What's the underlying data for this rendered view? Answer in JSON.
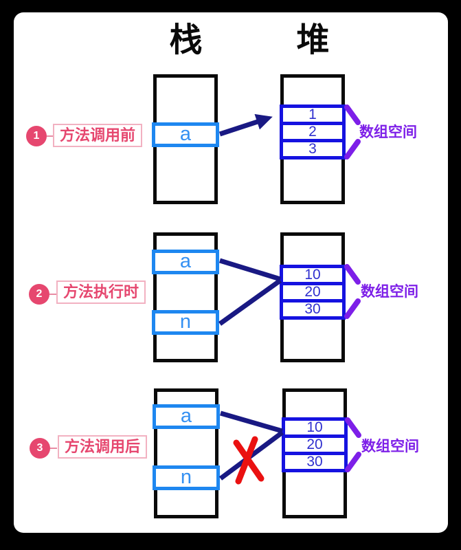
{
  "colors": {
    "background": "#000000",
    "card": "#ffffff",
    "box_border": "#0a0a0a",
    "stack_cell_border": "#1e87f0",
    "stack_cell_text": "#3490f2",
    "array_border": "#1512e0",
    "array_value_text": "#3030cf",
    "pointer_line": "#191983",
    "brace": "#7d1fe8",
    "step_pink": "#e6476f",
    "step_border_pink": "#f2b1c1",
    "cross_red": "#ea1111"
  },
  "headers": {
    "stack": "栈",
    "heap": "堆"
  },
  "sections": [
    {
      "badge": "1",
      "label": "方法调用前",
      "stack_cells": [
        "a"
      ],
      "array_values": [
        "1",
        "2",
        "3"
      ],
      "brace_label": "数组空间"
    },
    {
      "badge": "2",
      "label": "方法执行时",
      "stack_cells": [
        "a",
        "n"
      ],
      "array_values": [
        "10",
        "20",
        "30"
      ],
      "brace_label": "数组空间"
    },
    {
      "badge": "3",
      "label": "方法调用后",
      "stack_cells": [
        "a",
        "n"
      ],
      "array_values": [
        "10",
        "20",
        "30"
      ],
      "brace_label": "数组空间"
    }
  ]
}
